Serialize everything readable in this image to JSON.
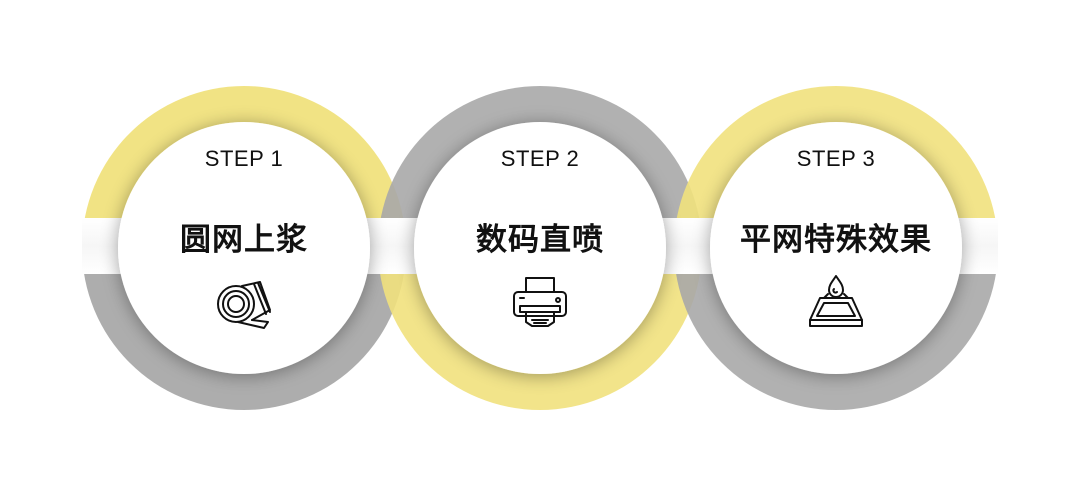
{
  "steps": [
    {
      "label": "STEP 1",
      "title": "圆网上浆",
      "icon": "tape-roll-icon",
      "ring_color": "#f1e27e"
    },
    {
      "label": "STEP 2",
      "title": "数码直喷",
      "icon": "printer-icon",
      "ring_color": "#a9a9a9"
    },
    {
      "label": "STEP 3",
      "title": "平网特殊效果",
      "icon": "screen-tray-drop-icon",
      "ring_color": "#f1e27e"
    }
  ],
  "colors": {
    "yellow": "#f1e27e",
    "gray": "#a9a9a9",
    "inner": "#ffffff",
    "text": "#111111"
  }
}
